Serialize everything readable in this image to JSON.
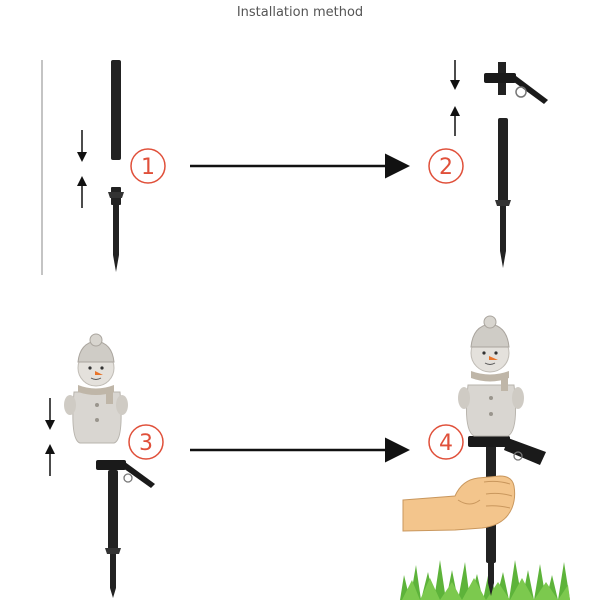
{
  "title": "Installation method",
  "steps": [
    {
      "number": "1"
    },
    {
      "number": "2"
    },
    {
      "number": "3"
    },
    {
      "number": "4"
    }
  ],
  "colors": {
    "step_accent": "#e0503a",
    "stake": "#222222",
    "arrow": "#111111",
    "snowman_body": "#d9d6d1",
    "hat": "#cfccc6",
    "scarf": "#bfb6a8",
    "nose": "#e8742a",
    "hand": "#f3c58c",
    "grass": "#5db33a"
  },
  "icons": [
    "stake-top-icon",
    "stake-bottom-icon",
    "solar-panel-icon",
    "snowman-figure-icon",
    "hand-icon",
    "grass-icon"
  ]
}
